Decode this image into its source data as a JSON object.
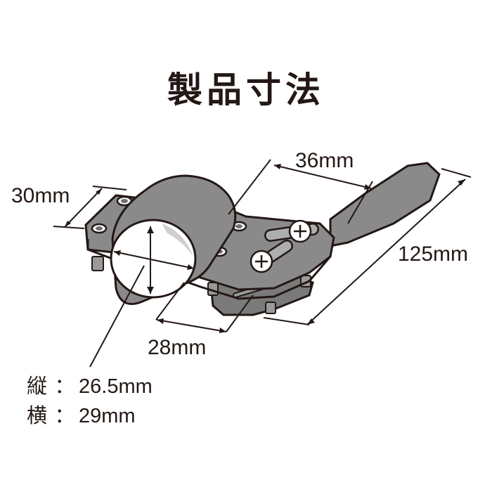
{
  "title": "製品寸法",
  "dimensions": {
    "width_30": "30mm",
    "length_36": "36mm",
    "length_125": "125mm",
    "width_28": "28mm"
  },
  "specs": [
    {
      "label": "縦",
      "separator": "：",
      "value": "26.5mm"
    },
    {
      "label": "横",
      "separator": "：",
      "value": "29mm"
    }
  ],
  "colors": {
    "part_fill": "#8a8a8a",
    "part_dark": "#6e6e6e",
    "line": "#231815"
  }
}
